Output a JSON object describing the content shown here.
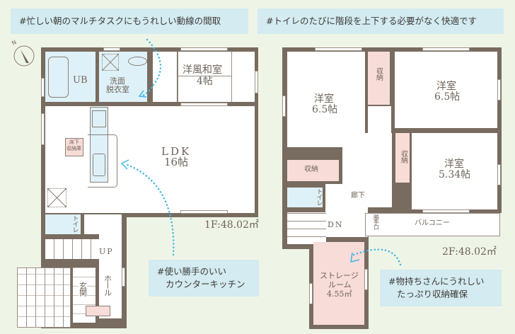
{
  "callouts": {
    "top_left": "#忙しい朝のマルチタスクにもうれしい動線の間取",
    "top_right": "#トイレのたびに階段を上下する必要がなく快適です",
    "kitchen_line1": "#使い勝手のいい",
    "kitchen_line2": "カウンターキッチン",
    "storage_line1": "#物持ちさんにうれしい",
    "storage_line2": "たっぷり収納確保"
  },
  "compass": {
    "label": "N",
    "icon": "compass-icon"
  },
  "floor1": {
    "area_label": "1F:48.02㎡",
    "rooms": {
      "ub": "UB",
      "washroom": "洗面\n脱衣室",
      "washroom_l1": "洗面",
      "washroom_l2": "脱衣室",
      "japanese_room_l1": "洋風和室",
      "japanese_room_l2": "4帖",
      "ldk_l1": "LDK",
      "ldk_l2": "16帖",
      "underfloor_storage_l1": "床下",
      "underfloor_storage_l2": "収納庫",
      "toilet": "トイレ",
      "stairs": "UP",
      "entrance": "玄関",
      "hall": "ホール"
    }
  },
  "floor2": {
    "area_label": "2F:48.02㎡",
    "rooms": {
      "west_room_l1": "洋室",
      "west_room_l2": "6.5帖",
      "closet_west": "収納",
      "closet_ne": "収納",
      "ne_room_l1": "洋室",
      "ne_room_l2": "6.5帖",
      "closet_se": "収納",
      "se_room_l1": "洋室",
      "se_room_l2": "5.34帖",
      "toilet": "トイレ",
      "corridor": "廊下",
      "stairs": "DN",
      "service_door": "勝手口",
      "balcony": "バルコニー",
      "storage_l1": "ストレージ",
      "storage_l2": "ルーム",
      "storage_l3": "4.55㎡"
    }
  },
  "colors": {
    "background": "#eff5e6",
    "callout": "#d3ebf1",
    "wall": "#786b5f",
    "wet_area": "#dff1f8",
    "storage": "#f8dcd8",
    "arrow": "#3fb6e6"
  }
}
